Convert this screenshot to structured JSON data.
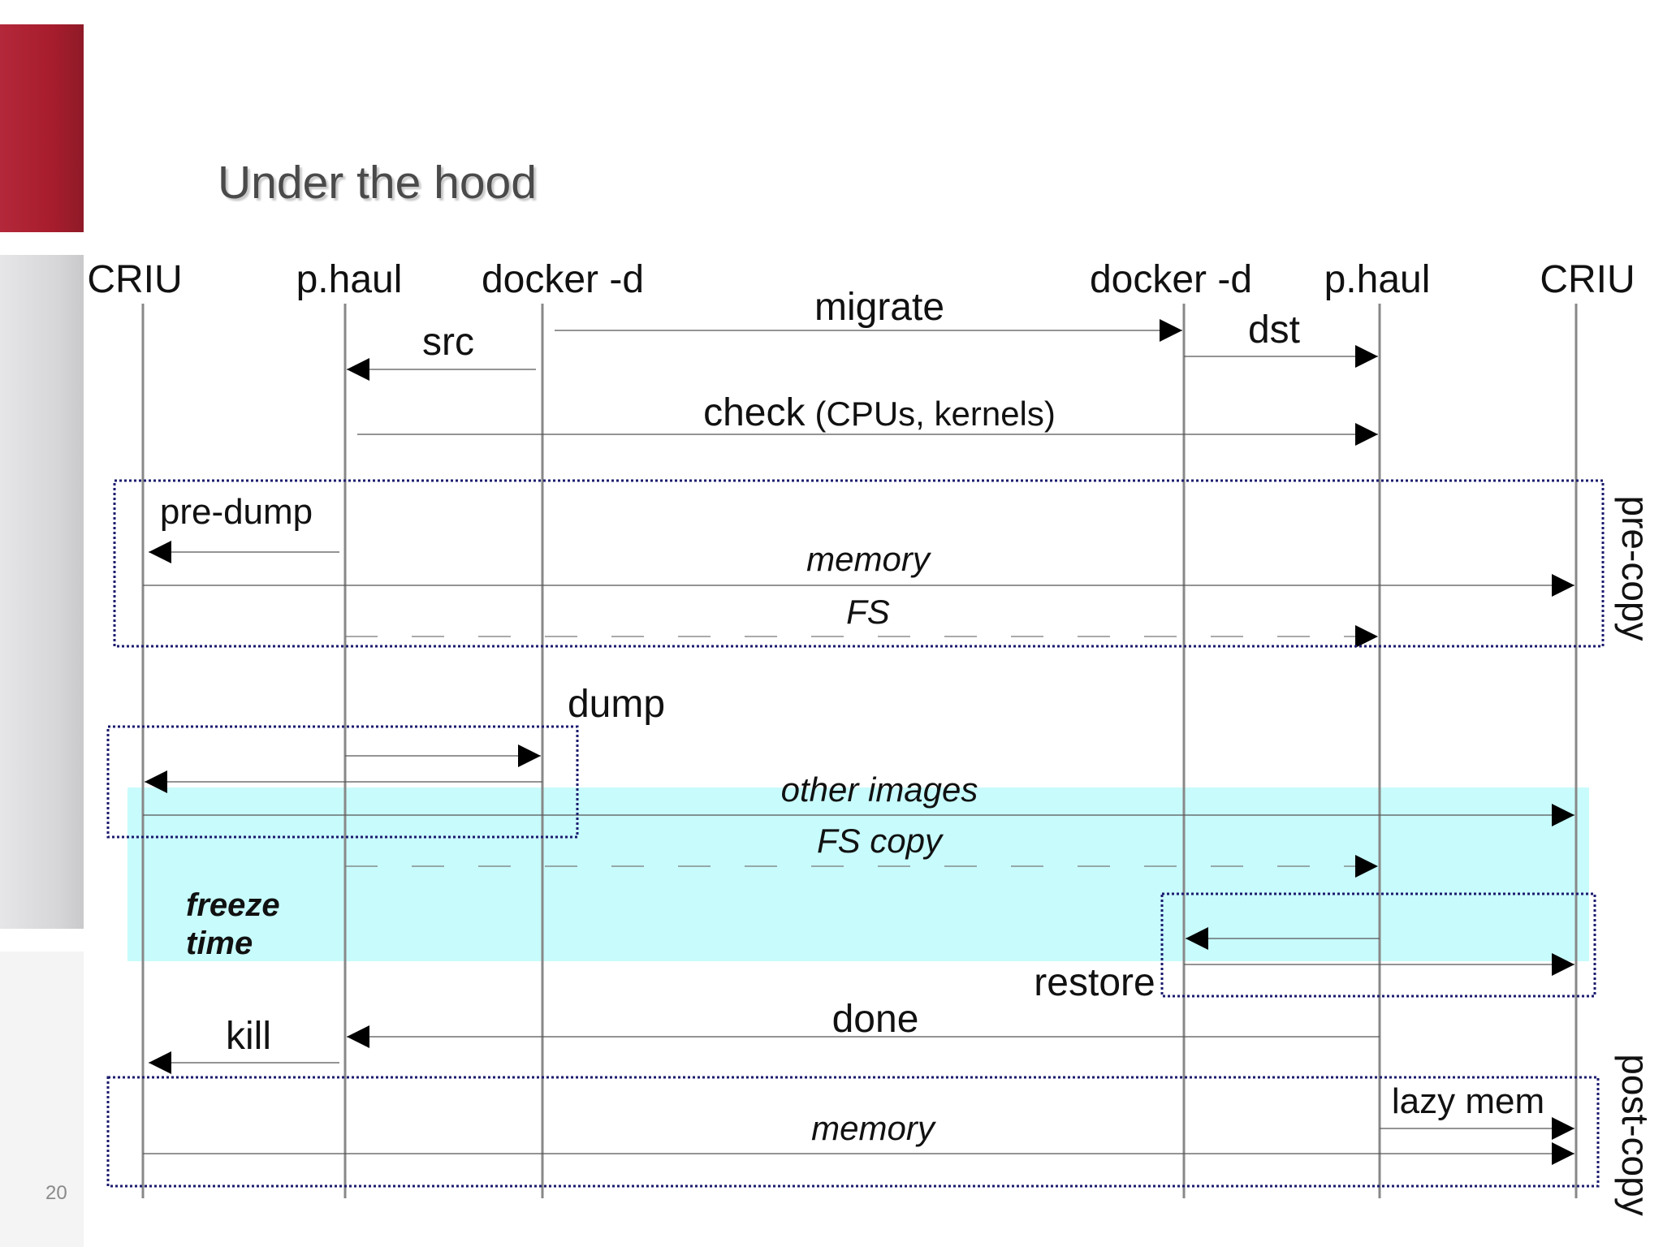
{
  "page": {
    "title": "Under the hood",
    "page_number": "20"
  },
  "participants": [
    "CRIU",
    "p.haul",
    "docker -d",
    "docker -d",
    "p.haul",
    "CRIU"
  ],
  "labels": {
    "migrate": "migrate",
    "src": "src",
    "dst": "dst",
    "check": "check",
    "check_detail": "(CPUs, kernels)",
    "pre_dump": "pre-dump",
    "memory_1": "memory",
    "fs": "FS",
    "dump": "dump",
    "other_images": "other images",
    "fs_copy": "FS copy",
    "freeze": "freeze",
    "time": "time",
    "restore": "restore",
    "done": "done",
    "kill": "kill",
    "lazy_mem": "lazy mem",
    "memory_2": "memory"
  },
  "group_labels": {
    "pre_copy": "pre-copy",
    "post_copy": "post-copy"
  },
  "colors": {
    "freeze_band": "#c8fbfc",
    "group_border": "#1b1b6e",
    "lifeline": "#888888",
    "accent_red": "#a81d2e"
  }
}
